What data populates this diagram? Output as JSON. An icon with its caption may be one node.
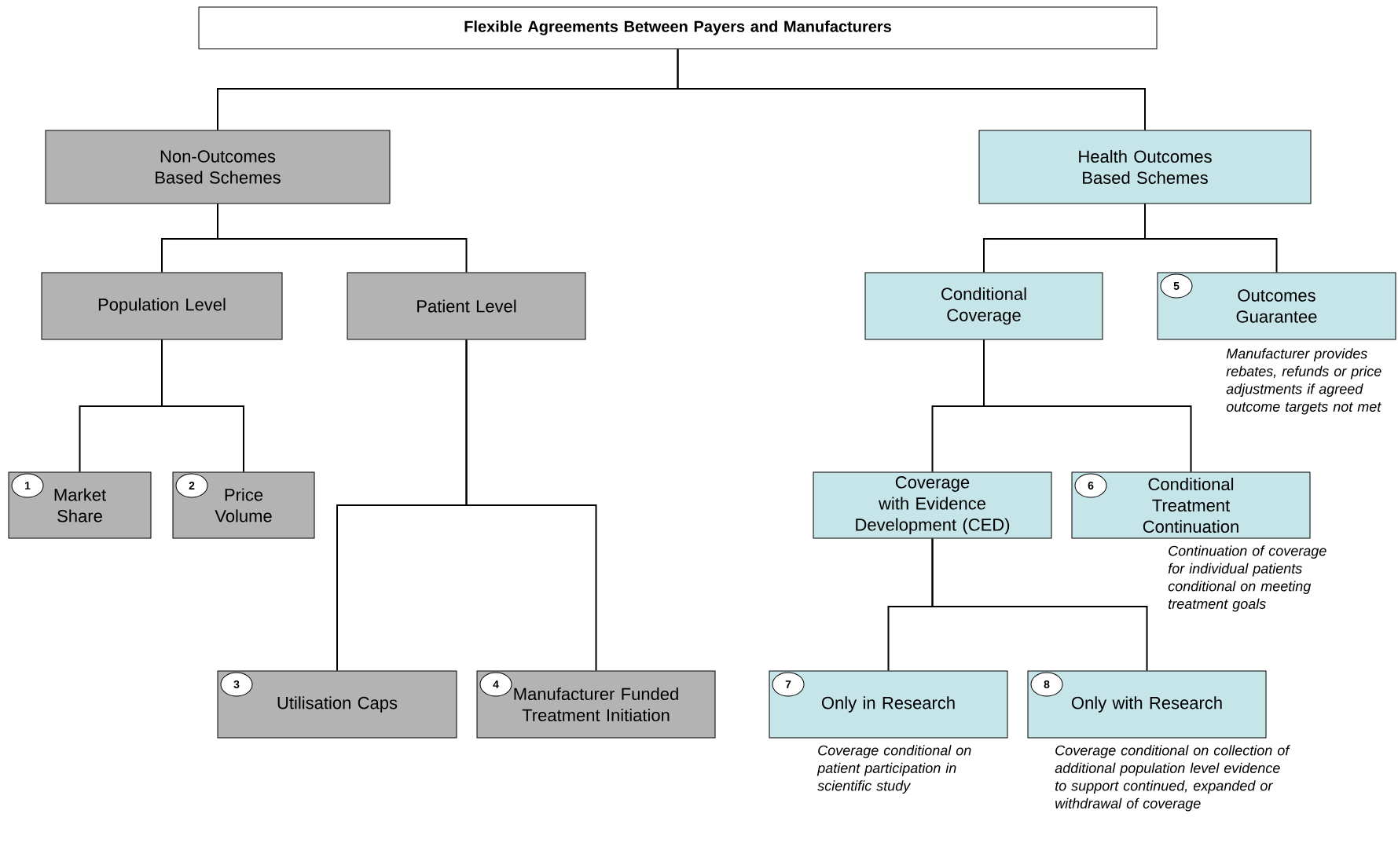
{
  "diagram": {
    "nodes": [
      {
        "text": [
          "Flexible Agreements Between Payers and Manufacturers"
        ]
      },
      {
        "text": [
          "Non-Outcomes Based Schemes"
        ]
      },
      {
        "text": [
          "Health Outcomes Based Schemes"
        ]
      },
      {
        "text": [
          "Population Level"
        ]
      },
      {
        "text": [
          "Patient Level"
        ]
      },
      {
        "text": [
          "Conditional Coverage"
        ]
      },
      {
        "text": [
          "Outcomes Guarantee"
        ],
        "beside": [
          "Manufacturer provides rebates, refunds or price adjustments if agreed outcome targets not met"
        ]
      },
      {
        "text": [
          "5"
        ],
        "in": 6
      },
      {
        "text": [
          "Market Share"
        ]
      },
      {
        "text": [
          "1"
        ],
        "in": 8
      },
      {
        "text": [
          "Price Volume"
        ]
      },
      {
        "text": [
          "2"
        ],
        "in": 10
      },
      {
        "text": [
          "Coverage with Evidence Development (CED)"
        ]
      },
      {
        "text": [
          "Conditional Treatment Continuation"
        ],
        "beside": [
          "Continuation of coverage for individual patients conditional on meeting treatment goals"
        ]
      },
      {
        "text": [
          "6"
        ],
        "in": 13
      },
      {
        "text": [
          "Utilisation Caps"
        ]
      },
      {
        "text": [
          "3"
        ],
        "in": 15
      },
      {
        "text": [
          "Manufacturer Funded Treatment Initiation"
        ]
      },
      {
        "text": [
          "4"
        ],
        "in": 17
      },
      {
        "text": [
          "Only in Research"
        ],
        "beside": [
          "Coverage conditional on patient participation in scientific study"
        ]
      },
      {
        "text": [
          "7"
        ],
        "in": 19
      },
      {
        "text": [
          "Only with Research"
        ],
        "beside": [
          "Coverage conditional on collection of additional population level evidence to support continued, expanded or withdrawal of coverage"
        ]
      },
      {
        "text": [
          "8"
        ],
        "in": 21
      }
    ],
    "edges": [
      {
        "from": 0,
        "to": 1,
        "arrow": "none"
      },
      {
        "from": 0,
        "to": 2,
        "arrow": "none"
      },
      {
        "from": 1,
        "to": 3,
        "arrow": "none"
      },
      {
        "from": 1,
        "to": 4,
        "arrow": "none"
      },
      {
        "from": 2,
        "to": 5,
        "arrow": "none"
      },
      {
        "from": 2,
        "to": 6,
        "arrow": "none"
      },
      {
        "from": 3,
        "to": 8,
        "arrow": "none"
      },
      {
        "from": 3,
        "to": 10,
        "arrow": "none"
      },
      {
        "from": 4,
        "to": 15,
        "arrow": "none"
      },
      {
        "from": 4,
        "to": 17,
        "arrow": "none"
      },
      {
        "from": 5,
        "to": 12,
        "arrow": "none"
      },
      {
        "from": 5,
        "to": 13,
        "arrow": "none"
      },
      {
        "from": 12,
        "to": 19,
        "arrow": "none"
      },
      {
        "from": 12,
        "to": 21,
        "arrow": "none"
      }
    ]
  }
}
